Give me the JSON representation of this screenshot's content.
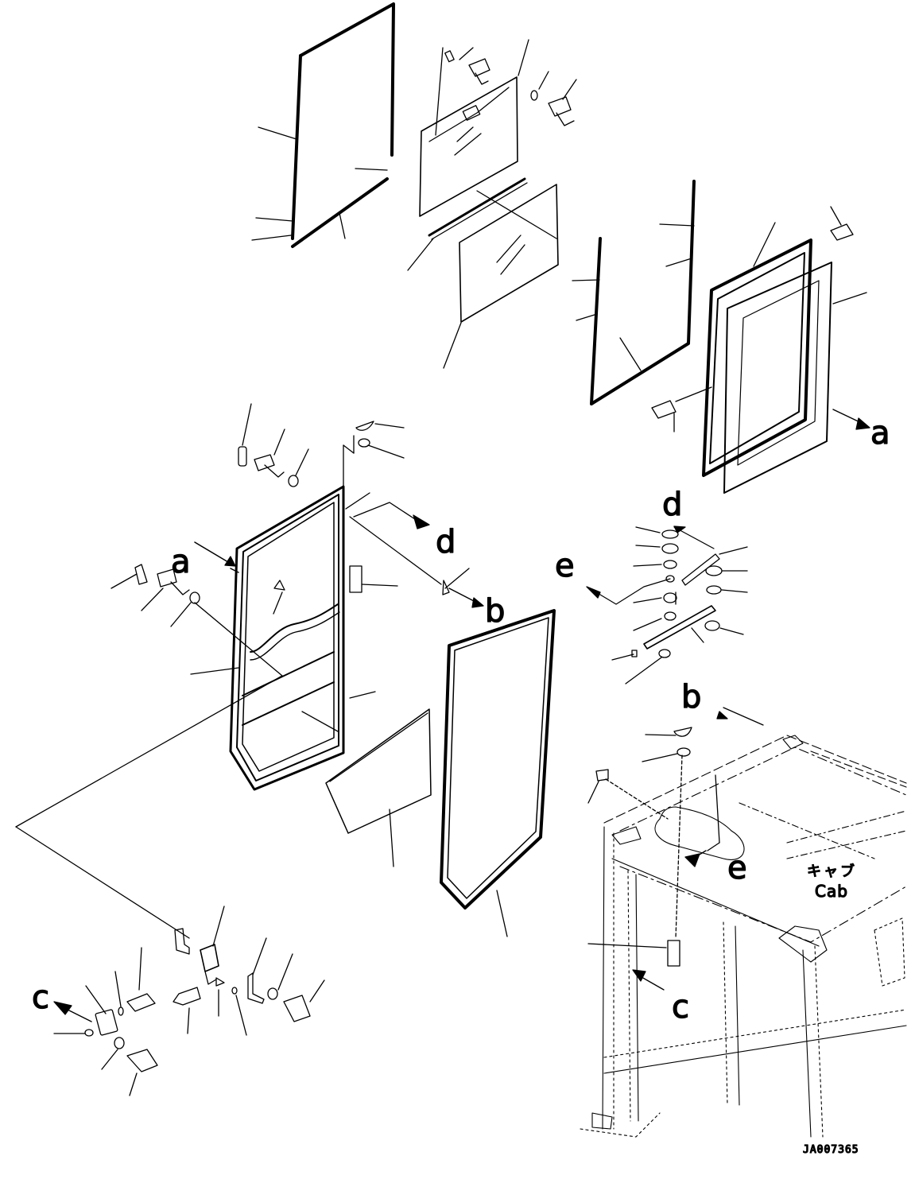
{
  "diagram": {
    "view_labels": {
      "a": "a",
      "b": "b",
      "c": "c",
      "d": "d",
      "e": "e"
    },
    "cab_label_jp": "キャブ",
    "cab_label_en": "Cab",
    "drawing_code": "JA007365"
  }
}
